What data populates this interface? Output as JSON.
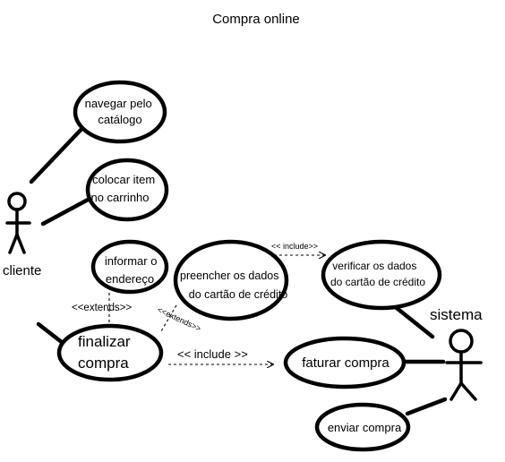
{
  "diagram": {
    "title": "Compra online",
    "actors": {
      "cliente": "cliente",
      "sistema": "sistema"
    },
    "use_cases": {
      "navegar": [
        "navegar pelo",
        "catálogo"
      ],
      "colocar": [
        "colocar item",
        "no carrinho"
      ],
      "informar": [
        "informar o",
        "endereço"
      ],
      "preencher": [
        "preencher os dados",
        "do cartão de crédito"
      ],
      "verificar": [
        "verificar os dados",
        "do cartão de crédito"
      ],
      "finalizar": [
        "finalizar",
        "compra"
      ],
      "faturar": [
        "faturar compra"
      ],
      "enviar": [
        "enviar compra"
      ]
    },
    "relations": {
      "extends_1": "<<extends>>",
      "extends_2": "<<extends>>",
      "include_1": "<< include>>",
      "include_2": "<< include >>"
    }
  }
}
